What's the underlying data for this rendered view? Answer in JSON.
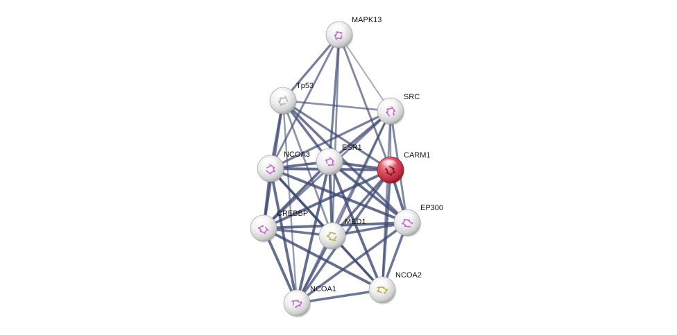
{
  "network": {
    "query_protein": "CARM1",
    "colors": {
      "edge": "#3d4a73",
      "query_node": "#c8303f",
      "node": "#d9d9d9",
      "structure_pink": "#c060c8",
      "structure_yellow": "#b8a640"
    },
    "nodes": [
      {
        "id": "MAPK13",
        "label": "MAPK13",
        "query": false,
        "structure": "pink"
      },
      {
        "id": "Tp53",
        "label": "Tp53",
        "query": false,
        "structure": "gray"
      },
      {
        "id": "SRC",
        "label": "SRC",
        "query": false,
        "structure": "pink"
      },
      {
        "id": "ESR1",
        "label": "ESR1",
        "query": false,
        "structure": "pink"
      },
      {
        "id": "NCOA3",
        "label": "NCOA3",
        "query": false,
        "structure": "pink"
      },
      {
        "id": "CARM1",
        "label": "CARM1",
        "query": true,
        "structure": "red"
      },
      {
        "id": "CREBBP",
        "label": "CREBBP",
        "query": false,
        "structure": "pink"
      },
      {
        "id": "MED1",
        "label": "MED1",
        "query": false,
        "structure": "yellow"
      },
      {
        "id": "EP300",
        "label": "EP300",
        "query": false,
        "structure": "pink"
      },
      {
        "id": "NCOA2",
        "label": "NCOA2",
        "query": false,
        "structure": "yellow"
      },
      {
        "id": "NCOA1",
        "label": "NCOA1",
        "query": false,
        "structure": "pink"
      }
    ],
    "edges": [
      {
        "source": "MAPK13",
        "target": "Tp53",
        "weight": 0.7
      },
      {
        "source": "MAPK13",
        "target": "ESR1",
        "weight": 0.7
      },
      {
        "source": "MAPK13",
        "target": "NCOA3",
        "weight": 0.6
      },
      {
        "source": "MAPK13",
        "target": "CARM1",
        "weight": 0.6
      },
      {
        "source": "MAPK13",
        "target": "SRC",
        "weight": 0.25
      },
      {
        "source": "MAPK13",
        "target": "MED1",
        "weight": 0.5
      },
      {
        "source": "Tp53",
        "target": "SRC",
        "weight": 0.5
      },
      {
        "source": "Tp53",
        "target": "ESR1",
        "weight": 0.8
      },
      {
        "source": "Tp53",
        "target": "NCOA3",
        "weight": 0.7
      },
      {
        "source": "Tp53",
        "target": "CARM1",
        "weight": 0.7
      },
      {
        "source": "Tp53",
        "target": "CREBBP",
        "weight": 0.8
      },
      {
        "source": "Tp53",
        "target": "EP300",
        "weight": 0.8
      },
      {
        "source": "Tp53",
        "target": "MED1",
        "weight": 0.5
      },
      {
        "source": "Tp53",
        "target": "NCOA1",
        "weight": 0.4
      },
      {
        "source": "SRC",
        "target": "ESR1",
        "weight": 0.8
      },
      {
        "source": "SRC",
        "target": "NCOA3",
        "weight": 0.7
      },
      {
        "source": "SRC",
        "target": "CARM1",
        "weight": 0.4
      },
      {
        "source": "SRC",
        "target": "CREBBP",
        "weight": 0.6
      },
      {
        "source": "SRC",
        "target": "EP300",
        "weight": 0.6
      },
      {
        "source": "SRC",
        "target": "MED1",
        "weight": 0.6
      },
      {
        "source": "SRC",
        "target": "NCOA2",
        "weight": 0.5
      },
      {
        "source": "SRC",
        "target": "NCOA1",
        "weight": 0.5
      },
      {
        "source": "ESR1",
        "target": "NCOA3",
        "weight": 0.9
      },
      {
        "source": "ESR1",
        "target": "CARM1",
        "weight": 0.9
      },
      {
        "source": "ESR1",
        "target": "CREBBP",
        "weight": 0.9
      },
      {
        "source": "ESR1",
        "target": "MED1",
        "weight": 0.9
      },
      {
        "source": "ESR1",
        "target": "EP300",
        "weight": 0.9
      },
      {
        "source": "ESR1",
        "target": "NCOA2",
        "weight": 0.9
      },
      {
        "source": "ESR1",
        "target": "NCOA1",
        "weight": 0.9
      },
      {
        "source": "NCOA3",
        "target": "CARM1",
        "weight": 0.9
      },
      {
        "source": "NCOA3",
        "target": "CREBBP",
        "weight": 0.9
      },
      {
        "source": "NCOA3",
        "target": "MED1",
        "weight": 0.8
      },
      {
        "source": "NCOA3",
        "target": "EP300",
        "weight": 0.9
      },
      {
        "source": "NCOA3",
        "target": "NCOA2",
        "weight": 0.8
      },
      {
        "source": "NCOA3",
        "target": "NCOA1",
        "weight": 0.9
      },
      {
        "source": "CARM1",
        "target": "CREBBP",
        "weight": 0.9
      },
      {
        "source": "CARM1",
        "target": "MED1",
        "weight": 0.8
      },
      {
        "source": "CARM1",
        "target": "EP300",
        "weight": 0.9
      },
      {
        "source": "CARM1",
        "target": "NCOA2",
        "weight": 0.8
      },
      {
        "source": "CARM1",
        "target": "NCOA1",
        "weight": 0.8
      },
      {
        "source": "CREBBP",
        "target": "MED1",
        "weight": 0.8
      },
      {
        "source": "CREBBP",
        "target": "EP300",
        "weight": 0.9
      },
      {
        "source": "CREBBP",
        "target": "NCOA2",
        "weight": 0.9
      },
      {
        "source": "CREBBP",
        "target": "NCOA1",
        "weight": 0.9
      },
      {
        "source": "MED1",
        "target": "EP300",
        "weight": 0.8
      },
      {
        "source": "MED1",
        "target": "NCOA2",
        "weight": 0.7
      },
      {
        "source": "MED1",
        "target": "NCOA1",
        "weight": 0.8
      },
      {
        "source": "EP300",
        "target": "NCOA2",
        "weight": 0.8
      },
      {
        "source": "EP300",
        "target": "NCOA1",
        "weight": 0.8
      },
      {
        "source": "NCOA2",
        "target": "NCOA1",
        "weight": 0.8
      }
    ]
  }
}
